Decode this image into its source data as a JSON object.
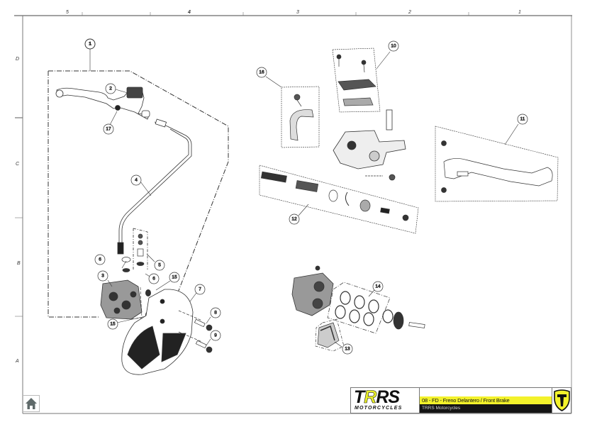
{
  "drawing": {
    "column_labels": [
      "5",
      "4",
      "3",
      "2",
      "1"
    ],
    "row_labels": [
      "D",
      "C",
      "B",
      "A"
    ],
    "callouts": [
      "1",
      "2",
      "17",
      "4",
      "6",
      "5",
      "6",
      "3",
      "15",
      "15",
      "7",
      "8",
      "9",
      "16",
      "10",
      "11",
      "12",
      "14",
      "13"
    ]
  },
  "title_block": {
    "logo_main_prefix": "T",
    "logo_main_r": "R",
    "logo_main_suffix": "S",
    "logo_sub": "MOTORCYCLES",
    "title": "08 - FD - Freno Delantero / Front Brake",
    "subtitle": "TRRS Motorcycles"
  },
  "navigation": {
    "home_icon": "home-icon"
  },
  "colors": {
    "brand_yellow": "#f3f22b",
    "brand_black": "#141414",
    "frame": "#777777"
  }
}
